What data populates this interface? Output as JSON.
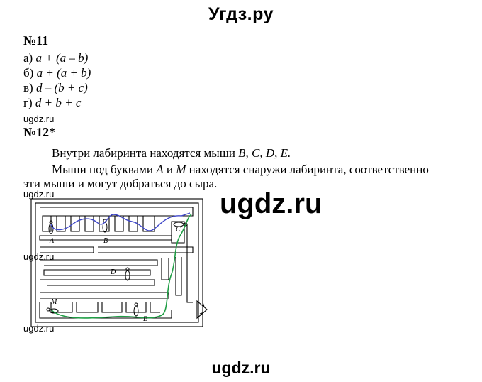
{
  "header": {
    "site_title": "Угдз.ру"
  },
  "task11": {
    "number": "№11",
    "answers": [
      {
        "letter": "а)",
        "expression": "a + (a – b)"
      },
      {
        "letter": "б)",
        "expression": "a + (a + b)"
      },
      {
        "letter": "в)",
        "expression": "d – (b + c)"
      },
      {
        "letter": "г)",
        "expression": "d + b + c"
      }
    ]
  },
  "task12": {
    "number": "№12*",
    "line1_prefix": "Внутри лабиринта находятся мыши ",
    "line1_mice": "B, C, D, E.",
    "line2_prefix": "Мыши под буквами ",
    "line2_a": "A",
    "line2_and": " и ",
    "line2_m": "M",
    "line2_suffix": " находятся снаружи лабиринта, соответственно",
    "line3": "эти мыши и могут добраться до сыра.",
    "maze_labels": {
      "a": "A",
      "b": "B",
      "c": "C",
      "d": "D",
      "e": "E",
      "m": "M"
    },
    "path_colors": {
      "blue": "#3f47c8",
      "green": "#1f9e45"
    }
  },
  "watermarks": {
    "small": "ugdz.ru",
    "big": "ugdz.ru"
  },
  "footer": {
    "site_footer": "ugdz.ru"
  }
}
